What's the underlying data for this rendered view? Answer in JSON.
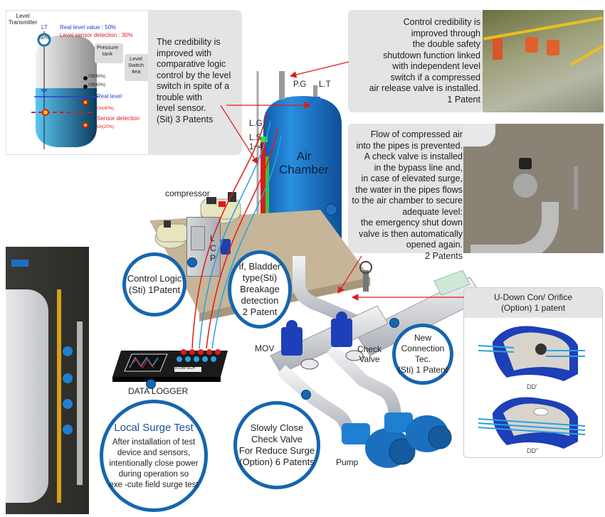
{
  "level_diagram": {
    "transmitter_label": "Level\nTransmitter",
    "lt_label": "LT",
    "lt_value": "50%",
    "real_level_value": "Real level value : 50%",
    "sensor_detection_value": "Level sensor detection : 30%",
    "pressure_tank_label": "Pressure\ntank",
    "level_switch_label": "Level\nSwitch\n4ea",
    "switch_off_80": "Off(80%)",
    "switch_off_60": "Off(60%)",
    "real_level_label": "Real level",
    "switch_on_40": "On(40%)",
    "sensor_detection_label": "Sensor detection",
    "switch_on_20": "On(20%)",
    "colors": {
      "real_level": "#2a3fd0",
      "sensor": "#e01a1a",
      "water": "#3aa9e0"
    }
  },
  "callouts": {
    "level_switch_logic": "The credibility is\nimproved with\ncomparative logic\ncontrol by the level\nswitch in spite of a\ntrouble with\nlevel sensor.\n(Sit) 3 Patents",
    "double_safety": "Control credibility is\nimproved through\nthe double safety\nshutdown function linked\nwith independent level\nswitch if a compressed\nair release valve is installed.\n1 Patent",
    "bypass_check_valve": "Flow of compressed air\ninto the pipes is prevented.\nA check valve is installed\nin the bypass line and,\nin case of elevated surge,\nthe water in the pipes flows\nto the air chamber to secure\nadequate level:\nthe emergency shut down\nvalve is then automatically\nopened again.\n2 Patents",
    "orifice_title": "U-Down Con/ Orifice\n(Option) 1 patent",
    "orifice_dd1": "DD'",
    "orifice_dd2": "DD''"
  },
  "equipment_labels": {
    "pg": "P.G",
    "lt": "L.T",
    "lg": "L.G",
    "ls": "L.S\n1~4",
    "air_chamber": "Air\nChamber",
    "compressor": "compressor",
    "lcp": "L\nC\nP",
    "mov": "MOV",
    "check_valve": "Check\nValve",
    "pump": "Pump",
    "data_logger": "DATA LOGGER",
    "logger_brand": "FLOWTECH"
  },
  "circles": {
    "control_logic": "Control Logic\n(Sti) 1Patent",
    "bladder": "if, Bladder\ntype(Sti)\nBreakage\ndetection\n2 Patent",
    "new_connection": "New\nConnection Tec.\n(Sti) 1 Patent",
    "local_surge_title": "Local Surge Test",
    "local_surge_body": "After installation of test\ndevice  and sensors,\nintentionally close power\nduring operation so\nexe -cute field surge test",
    "slow_close": "Slowly Close\nCheck Valve\nFor Reduce Surge\n(Option) 6 Patents"
  },
  "colors": {
    "accent_blue": "#1565b0",
    "arrow_red": "#e01a1a",
    "panel_gray": "#e4e4e4",
    "tank_blue": "#1f7fd0"
  }
}
